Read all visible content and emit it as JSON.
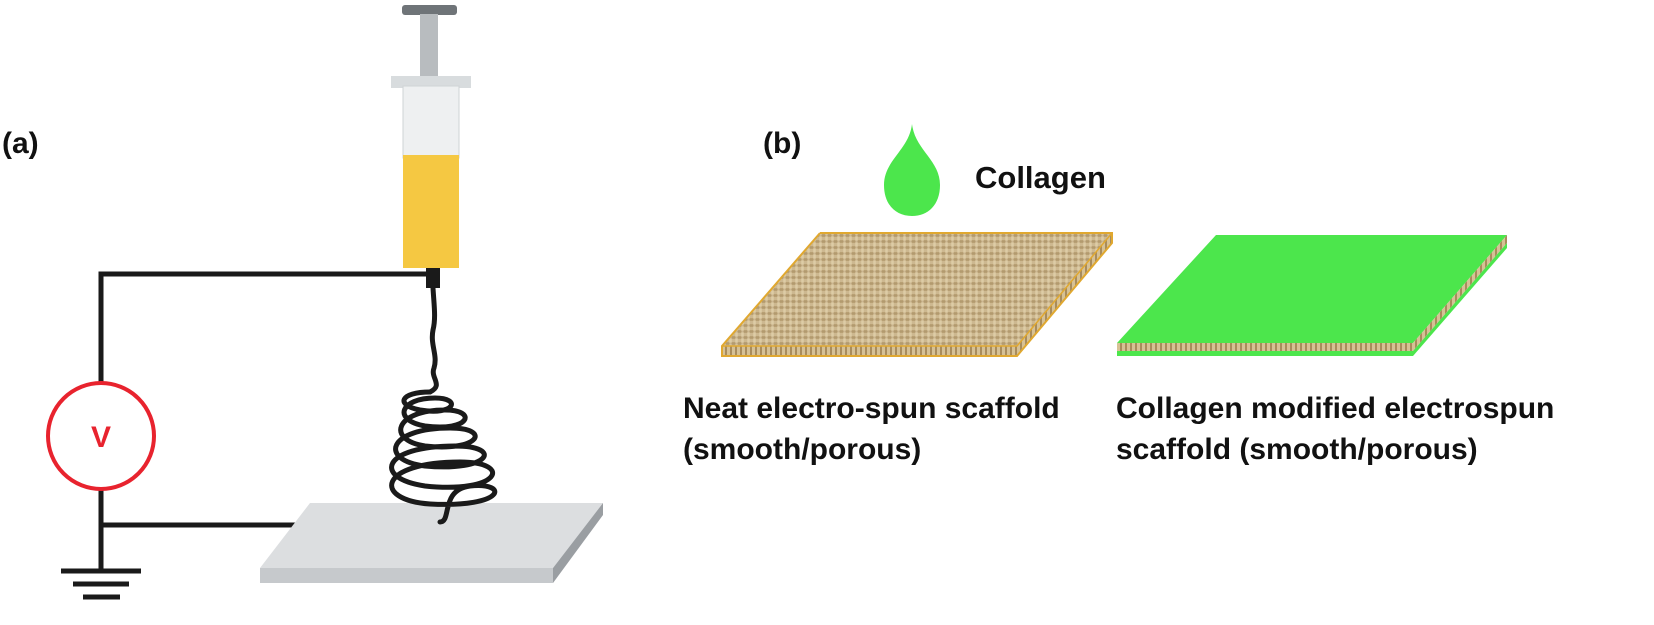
{
  "panel_a": {
    "label": "(a)",
    "voltmeter_label": "V"
  },
  "panel_b": {
    "label": "(b)",
    "droplet_label": "Collagen",
    "neat_caption_line1": "Neat electro-spun scaffold",
    "neat_caption_line2": "(smooth/porous)",
    "modified_caption_line1": "Collagen modified electrospun",
    "modified_caption_line2": "scaffold (smooth/porous)"
  },
  "colors": {
    "solution": "#f5c842",
    "collagen": "#4ce64c",
    "scaffold": "#c9b48a",
    "scaffold_edge": "#e0a830",
    "voltmeter": "#e8232e",
    "collector": "#d9dbdc",
    "wire": "#1a1a1a"
  },
  "icons": {
    "syringe": "syringe-icon",
    "ground": "ground-symbol-icon",
    "droplet": "droplet-icon"
  }
}
